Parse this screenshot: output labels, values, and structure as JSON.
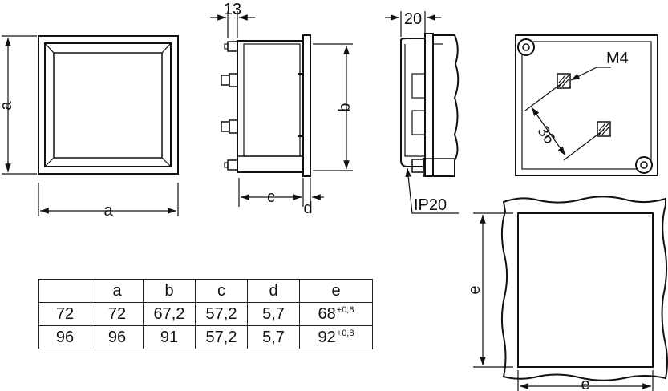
{
  "labels": {
    "a_side": "a",
    "a_bottom": "a",
    "b": "b",
    "c": "c",
    "d": "d",
    "dim_13": "13",
    "dim_20": "20",
    "ip": "IP20",
    "m4": "M4",
    "dim_36": "36",
    "e_side": "e",
    "e_bottom": "e"
  },
  "table": {
    "header": [
      "",
      "a",
      "b",
      "c",
      "d",
      "e"
    ],
    "rows": [
      {
        "size": "72",
        "a": "72",
        "b": "67,2",
        "c": "57,2",
        "d": "5,7",
        "e": "68",
        "e_tol": "+0,8"
      },
      {
        "size": "96",
        "a": "96",
        "b": "91",
        "c": "57,2",
        "d": "5,7",
        "e": "92",
        "e_tol": "+0,8"
      }
    ]
  }
}
